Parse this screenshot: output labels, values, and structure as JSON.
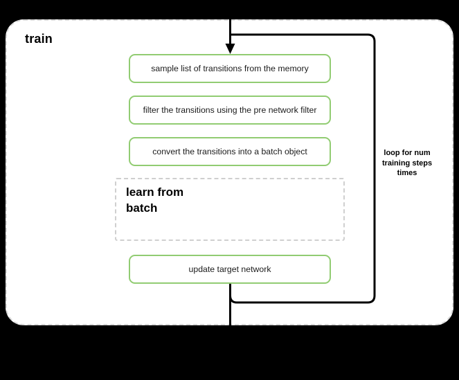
{
  "diagram": {
    "title": "train",
    "background_color": "#000000",
    "panel_color": "#ffffff",
    "panel_border_color": "#d9d9d9",
    "accent_color": "#91cc72",
    "connector_color": "#000000",
    "steps": [
      {
        "id": "sample",
        "label": "sample list of transitions from the memory"
      },
      {
        "id": "filter",
        "label": "filter the transitions using the pre network filter"
      },
      {
        "id": "convert",
        "label": "convert the transitions into a batch object"
      },
      {
        "id": "update",
        "label": "update target network"
      }
    ],
    "subprocess": {
      "id": "learn-from-batch",
      "label": "learn from\nbatch",
      "border_style": "dashed",
      "border_color": "#cfcfcf"
    },
    "loop": {
      "id": "training-steps-loop",
      "label": "loop for num\ntraining steps\ntimes"
    },
    "connectors": [
      {
        "id": "entry-arrow",
        "from": "top",
        "to": "sample",
        "arrowhead": true
      },
      {
        "id": "loop-back",
        "from": "update",
        "to": "sample",
        "arrowhead": false
      },
      {
        "id": "exit-line",
        "from": "update",
        "to": "bottom",
        "arrowhead": false
      }
    ]
  }
}
